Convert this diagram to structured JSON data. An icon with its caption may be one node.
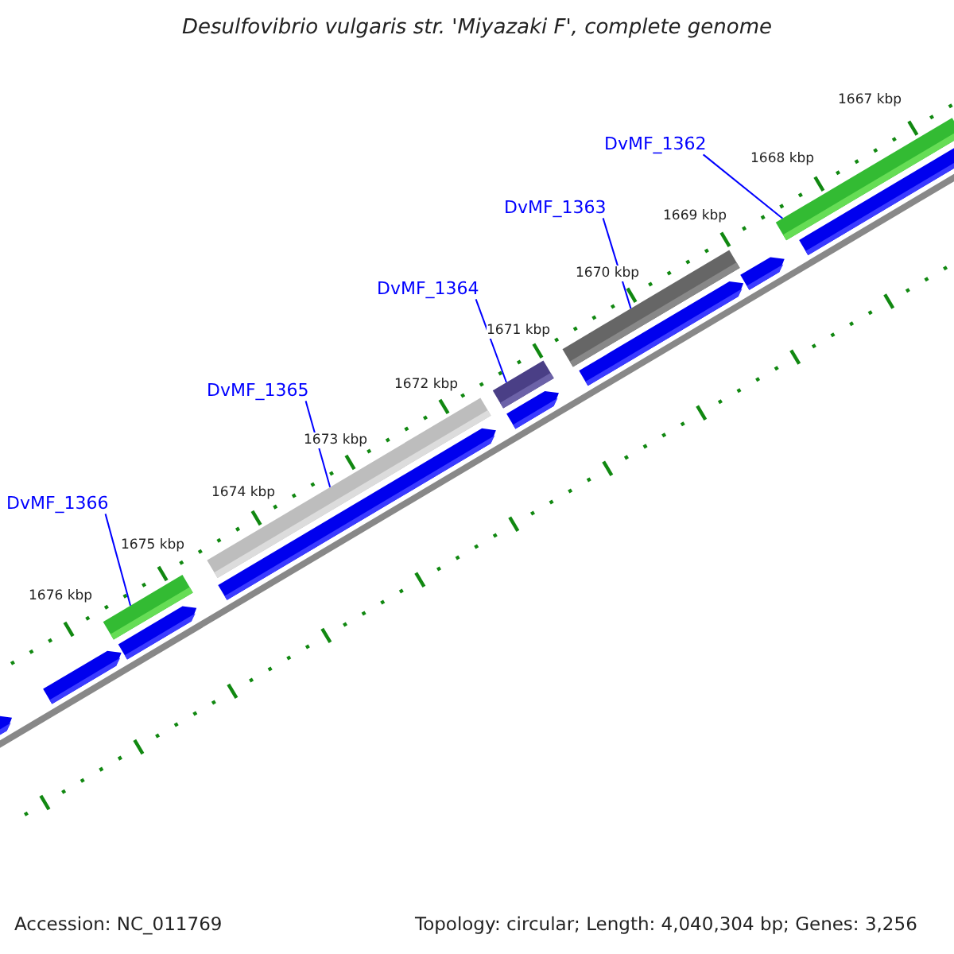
{
  "diagram": {
    "title": "Desulfovibrio vulgaris str. 'Miyazaki F', complete genome",
    "nodes": [
      {
        "text": [
          "DvMF_1362"
        ]
      },
      {
        "text": [
          "DvMF_1363"
        ]
      },
      {
        "text": [
          "DvMF_1364"
        ]
      },
      {
        "text": [
          "DvMF_1365"
        ]
      },
      {
        "text": [
          "DvMF_1366"
        ]
      },
      {
        "text": [],
        "shape": "bar"
      },
      {
        "text": [],
        "shape": "bar"
      },
      {
        "text": [],
        "shape": "bar"
      },
      {
        "text": [],
        "shape": "bar"
      },
      {
        "text": [],
        "shape": "bar"
      }
    ],
    "edges": [
      {
        "from": 0,
        "to": 9,
        "arrow": "none"
      },
      {
        "from": 1,
        "to": 8,
        "arrow": "none"
      },
      {
        "from": 2,
        "to": 7,
        "arrow": "none"
      },
      {
        "from": 3,
        "to": 6,
        "arrow": "none"
      },
      {
        "from": 4,
        "to": 5,
        "arrow": "none"
      }
    ],
    "labels": [
      "1667 kbp",
      "1668 kbp",
      "1669 kbp",
      "1670 kbp",
      "1671 kbp",
      "1672 kbp",
      "1673 kbp",
      "1674 kbp",
      "1675 kbp",
      "1676 kbp",
      "Accession: NC_011769",
      "Topology: circular; Length: 4,040,304 bp; Genes: 3,256"
    ]
  }
}
